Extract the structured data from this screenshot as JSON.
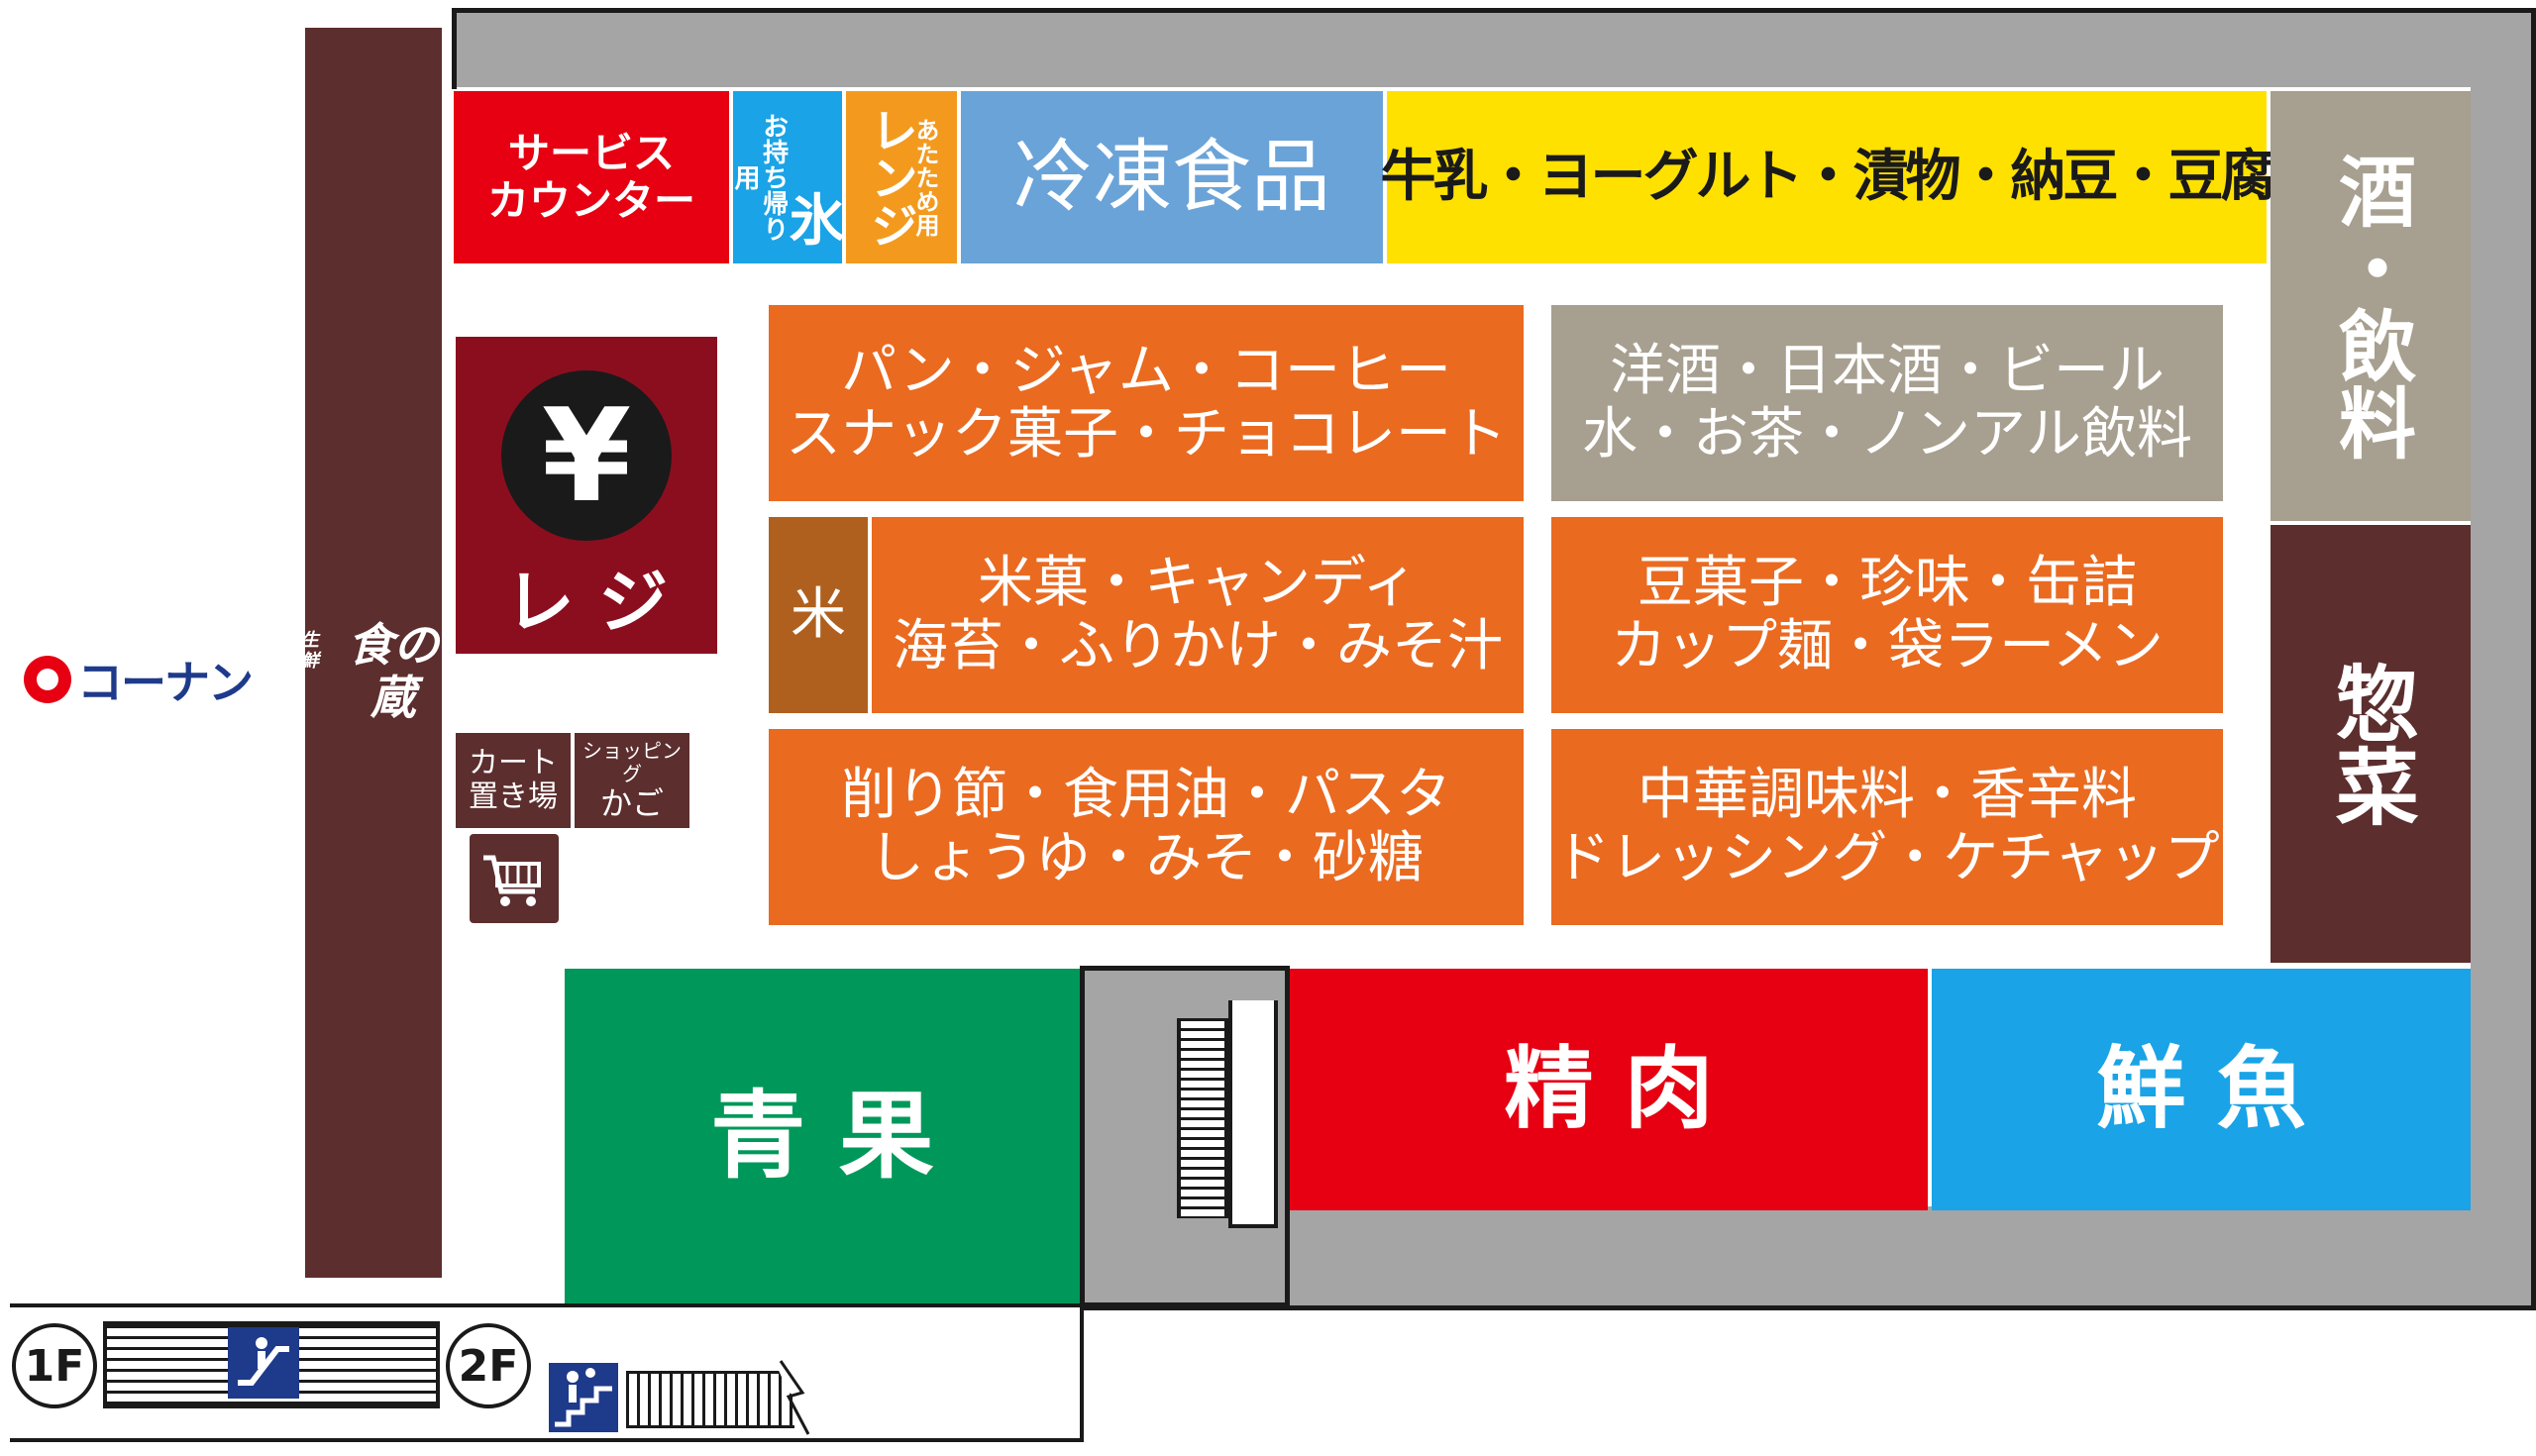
{
  "colors": {
    "wall": "#a5a5a5",
    "red": "#e60012",
    "blue": "#1aa3e6",
    "orange_light": "#f39a1e",
    "steel_blue": "#6aa3d8",
    "yellow": "#ffe100",
    "khaki": "#a79f8f",
    "brown": "#5c2e2e",
    "orange": "#ea6a20",
    "rice": "#b0601e",
    "register": "#8b0e1f",
    "green": "#00985a",
    "wayfinding_blue": "#1e3a8a"
  },
  "map": {
    "service_counter": [
      "サービス",
      "カウンター"
    ],
    "ice": {
      "small": "お持ち帰り用",
      "big": "氷"
    },
    "microwave": {
      "small": "あたため用",
      "big": "レンジ"
    },
    "frozen": "冷凍食品",
    "dairy": "牛乳・ヨーグルト・漬物・納豆・豆腐",
    "alcohol_beverage": "酒・飲料",
    "register": {
      "symbol": "¥",
      "label": "レ ジ"
    },
    "cart_area": [
      "カート",
      "置き場"
    ],
    "basket": {
      "small": "ショッピング",
      "big": "かご"
    },
    "shelves": {
      "bread": [
        "パン・ジャム・コーヒー",
        "スナック菓子・チョコレート"
      ],
      "liquor": [
        "洋酒・日本酒・ビール",
        "水・お茶・ノンアル飲料"
      ],
      "rice": "米",
      "crackers": [
        "米菓・キャンディ",
        "海苔・ふりかけ・みそ汁"
      ],
      "snacks": [
        "豆菓子・珍味・缶詰",
        "カップ麺・袋ラーメン"
      ],
      "seasoning": [
        "削り節・食用油・パスタ",
        "しょうゆ・みそ・砂糖"
      ],
      "chinese": [
        "中華調味料・香辛料",
        "ドレッシング・ケチャップ"
      ]
    },
    "deli": "惣菜",
    "produce": "青 果",
    "meat": "精 肉",
    "fish": "鮮 魚",
    "brand_konan": "コーナン",
    "brand_kura": {
      "small": "生鮮",
      "big": "食の蔵"
    },
    "floor_1": "1F",
    "floor_2": "2F"
  }
}
